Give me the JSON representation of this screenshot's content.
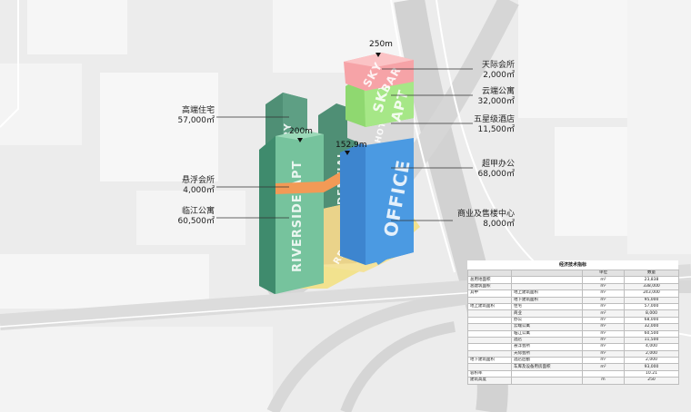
{
  "heights": {
    "top": "250m",
    "mid": "200m",
    "low": "152.9m"
  },
  "tower_words": {
    "sky_bar_1": "SKY",
    "sky_bar_2": "BAR",
    "sky_apt_1": "SKY",
    "sky_apt_2": "APT",
    "hotel": "HOTEL",
    "office": "OFFICE",
    "riverside": "RIVERSIDE",
    "apt": "APT",
    "luxury": "LUXURY",
    "residential": "RESIDENTIAL",
    "retail": "RETAIL"
  },
  "callouts_left": [
    {
      "name": "高端住宅",
      "value": "57,000㎡"
    },
    {
      "name": "悬浮会所",
      "value": "4,000㎡"
    },
    {
      "name": "临江公寓",
      "value": "60,500㎡"
    }
  ],
  "callouts_right": [
    {
      "name": "天际会所",
      "value": "2,000㎡"
    },
    {
      "name": "云端公寓",
      "value": "32,000㎡"
    },
    {
      "name": "五星级酒店",
      "value": "11,500㎡"
    },
    {
      "name": "超甲办公",
      "value": "68,000㎡"
    },
    {
      "name": "商业及售楼中心",
      "value": "8,000㎡"
    }
  ],
  "colors": {
    "sky_bar": "#f6a3a7",
    "sky_apt": "#a6e787",
    "hotel": "#d9d9d9",
    "office": "#4b9ae2",
    "bridge": "#f29a56",
    "riverside": "#76c39d",
    "luxury": "#4f8f75",
    "retail": "#f4e29a"
  },
  "table": {
    "title": "经济技术指标",
    "head": [
      "",
      "",
      "单位",
      "数量"
    ],
    "rows": [
      [
        "总用地面积",
        "",
        "m²",
        "23,838"
      ],
      [
        "总建筑面积",
        "",
        "m²",
        "338,000"
      ],
      [
        "其中",
        "地上建筑面积",
        "m²",
        "243,000"
      ],
      [
        "",
        "地下建筑面积",
        "m²",
        "95,000"
      ],
      [
        "地上建筑面积",
        "住宅",
        "m²",
        "57,000"
      ],
      [
        "",
        "商业",
        "m²",
        "8,000"
      ],
      [
        "",
        "办公",
        "m²",
        "68,000"
      ],
      [
        "",
        "云端公寓",
        "m²",
        "32,000"
      ],
      [
        "",
        "临江公寓",
        "m²",
        "60,500"
      ],
      [
        "",
        "酒店",
        "m²",
        "11,500"
      ],
      [
        "",
        "悬浮会所",
        "m²",
        "4,000"
      ],
      [
        "",
        "天际会所",
        "m²",
        "2,000"
      ],
      [
        "地下建筑面积",
        "酒店后勤",
        "m²",
        "2,000"
      ],
      [
        "",
        "车库及设备用房面积",
        "m²",
        "93,000"
      ],
      [
        "容积率",
        "",
        "",
        "10.21"
      ],
      [
        "建筑高度",
        "",
        "m",
        "250"
      ]
    ]
  }
}
